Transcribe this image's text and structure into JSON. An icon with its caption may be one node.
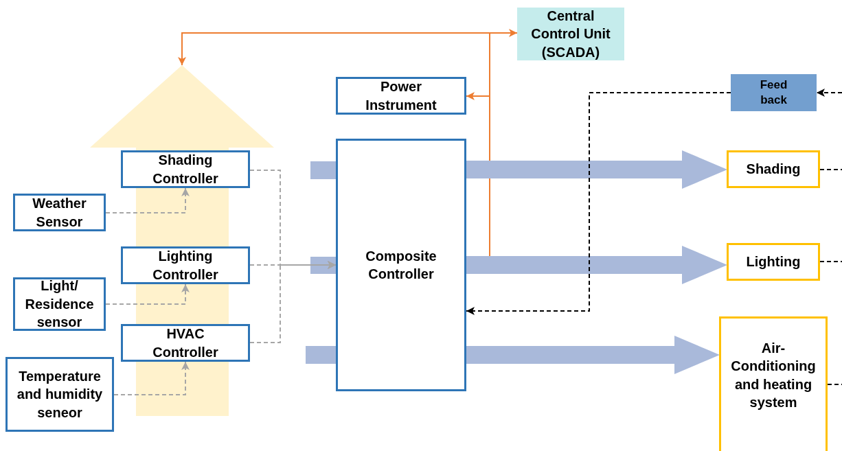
{
  "diagram": {
    "nodes": [
      {
        "text": [
          "Central Control Unit (SCADA)"
        ]
      },
      {
        "text": [
          "Power Instrument"
        ]
      },
      {
        "text": [
          "Feed back"
        ]
      },
      {
        "text": [],
        "shape": "arrow"
      },
      {
        "text": [
          "Shading Controller"
        ],
        "in": 3
      },
      {
        "text": [
          "Weather Sensor"
        ]
      },
      {
        "text": [
          "Lighting Controller"
        ],
        "in": 3
      },
      {
        "text": [
          "Light/ Residence sensor"
        ]
      },
      {
        "text": [
          "HVAC Controller"
        ],
        "in": 3
      },
      {
        "text": [
          "Temperature and humidity seneor"
        ]
      },
      {
        "text": [
          "Composite Controller"
        ]
      },
      {
        "text": [
          "Shading"
        ]
      },
      {
        "text": [
          "Lighting"
        ]
      },
      {
        "text": [
          "Air-Conditioning and heating system"
        ]
      }
    ],
    "edges": [
      {
        "from": 0,
        "to": 10,
        "arrow": "both",
        "color": "#ed7d31"
      },
      {
        "from": 0,
        "to": 1,
        "arrow": "to",
        "color": "#ed7d31"
      },
      {
        "from": 0,
        "to": 3,
        "arrow": "to",
        "color": "#ed7d31"
      },
      {
        "from": 5,
        "to": 4,
        "arrow": "to",
        "style": "dashed",
        "color": "#a6a6a6"
      },
      {
        "from": 7,
        "to": 6,
        "arrow": "to",
        "style": "dashed",
        "color": "#a6a6a6"
      },
      {
        "from": 9,
        "to": 8,
        "arrow": "to",
        "style": "dashed",
        "color": "#a6a6a6"
      },
      {
        "from": 4,
        "to": 10,
        "arrow": "to",
        "style": "dashed",
        "color": "#a6a6a6"
      },
      {
        "from": 6,
        "to": 10,
        "arrow": "to",
        "style": "dashed",
        "color": "#a6a6a6"
      },
      {
        "from": 8,
        "to": 10,
        "arrow": "to",
        "style": "dashed",
        "color": "#a6a6a6"
      },
      {
        "from": 10,
        "to": 11,
        "arrow": "to",
        "style": "thick",
        "color": "#a9b9da"
      },
      {
        "from": 10,
        "to": 12,
        "arrow": "to",
        "style": "thick",
        "color": "#a9b9da"
      },
      {
        "from": 10,
        "to": 13,
        "arrow": "to",
        "style": "thick",
        "color": "#a9b9da"
      },
      {
        "from": 11,
        "to": null,
        "arrow": "none",
        "style": "dashed",
        "color": "#000000"
      },
      {
        "from": 12,
        "to": null,
        "arrow": "none",
        "style": "dashed",
        "color": "#000000"
      },
      {
        "from": 13,
        "to": null,
        "arrow": "none",
        "style": "dashed",
        "color": "#000000"
      },
      {
        "from": null,
        "to": 2,
        "arrow": "to",
        "style": "dashed",
        "color": "#000000"
      },
      {
        "from": 2,
        "to": 10,
        "arrow": "to",
        "style": "dashed",
        "color": "#000000"
      }
    ]
  }
}
